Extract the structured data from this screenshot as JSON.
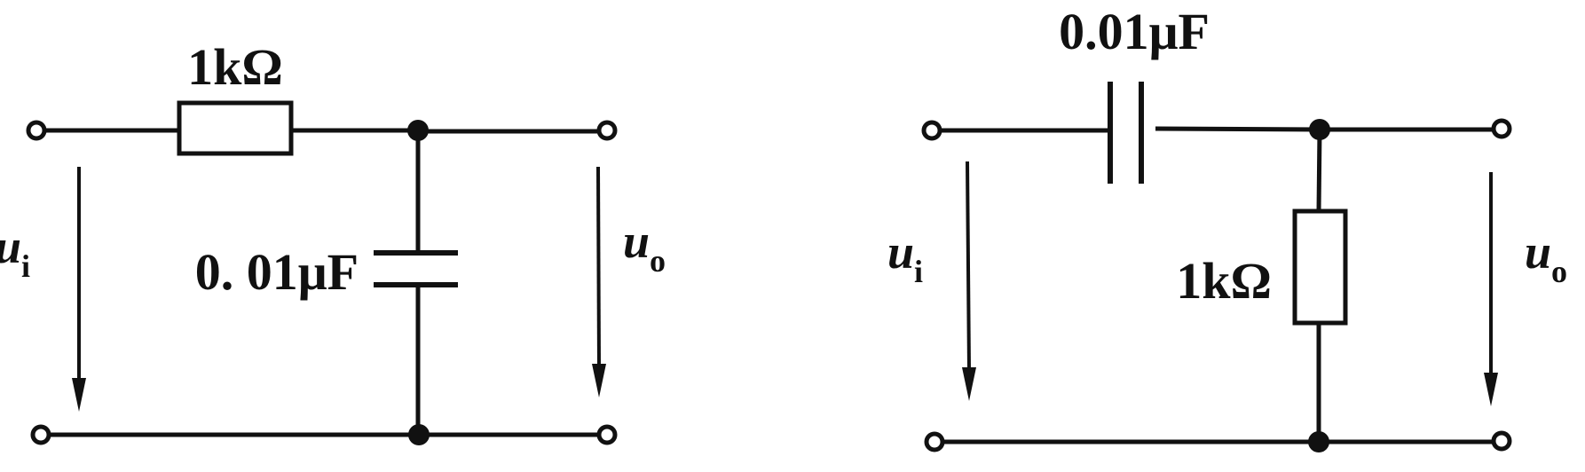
{
  "circuit_lowpass": {
    "resistor_label": "1kΩ",
    "capacitor_label": "0. 01μF",
    "input_var": "u",
    "input_sub": "i",
    "output_var": "u",
    "output_sub": "o"
  },
  "circuit_highpass": {
    "capacitor_label": "0.01μF",
    "resistor_label": "1kΩ",
    "input_var": "u",
    "input_sub": "i",
    "output_var": "u",
    "output_sub": "o"
  }
}
